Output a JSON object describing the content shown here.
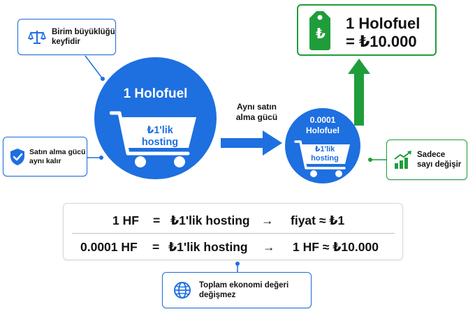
{
  "colors": {
    "blue": "#1e6fe0",
    "green": "#1f9d3a",
    "white": "#ffffff",
    "text": "#111111"
  },
  "callouts": {
    "unit_size": {
      "text_line1": "Birim büyüklüğü",
      "text_line2": "keyfidir",
      "icon": "scale-icon"
    },
    "purchasing_power": {
      "text_line1": "Satın alma gücü",
      "text_line2": "aynı kalır",
      "icon": "shield-check-icon"
    },
    "only_number": {
      "text_line1": "Sadece",
      "text_line2": "sayı değişir",
      "icon": "bar-chart-up-icon"
    },
    "total_economy": {
      "text_line1": "Toplam ekonomi değeri",
      "text_line2": "değişmez",
      "icon": "globe-icon"
    }
  },
  "big_circle": {
    "title": "1 Holofuel",
    "cart_line1": "₺1'lik",
    "cart_line2": "hosting"
  },
  "small_circle": {
    "title_line1": "0.0001",
    "title_line2": "Holofuel",
    "cart_line1": "₺1'lik",
    "cart_line2": "hosting"
  },
  "arrow_label": {
    "line1": "Aynı satın",
    "line2": "alma gücü"
  },
  "price_tag": {
    "icon_symbol": "₺",
    "line1": "1 Holofuel",
    "line2": "= ₺10.000"
  },
  "equations": [
    {
      "lhs": "1 HF",
      "eq": "=",
      "rhs": "₺1'lik hosting",
      "arrow": "→",
      "result": "fiyat ≈ ₺1"
    },
    {
      "lhs": "0.0001 HF",
      "eq": "=",
      "rhs": "₺1'lik hosting",
      "arrow": "→",
      "result": "1 HF ≈ ₺10.000"
    }
  ]
}
